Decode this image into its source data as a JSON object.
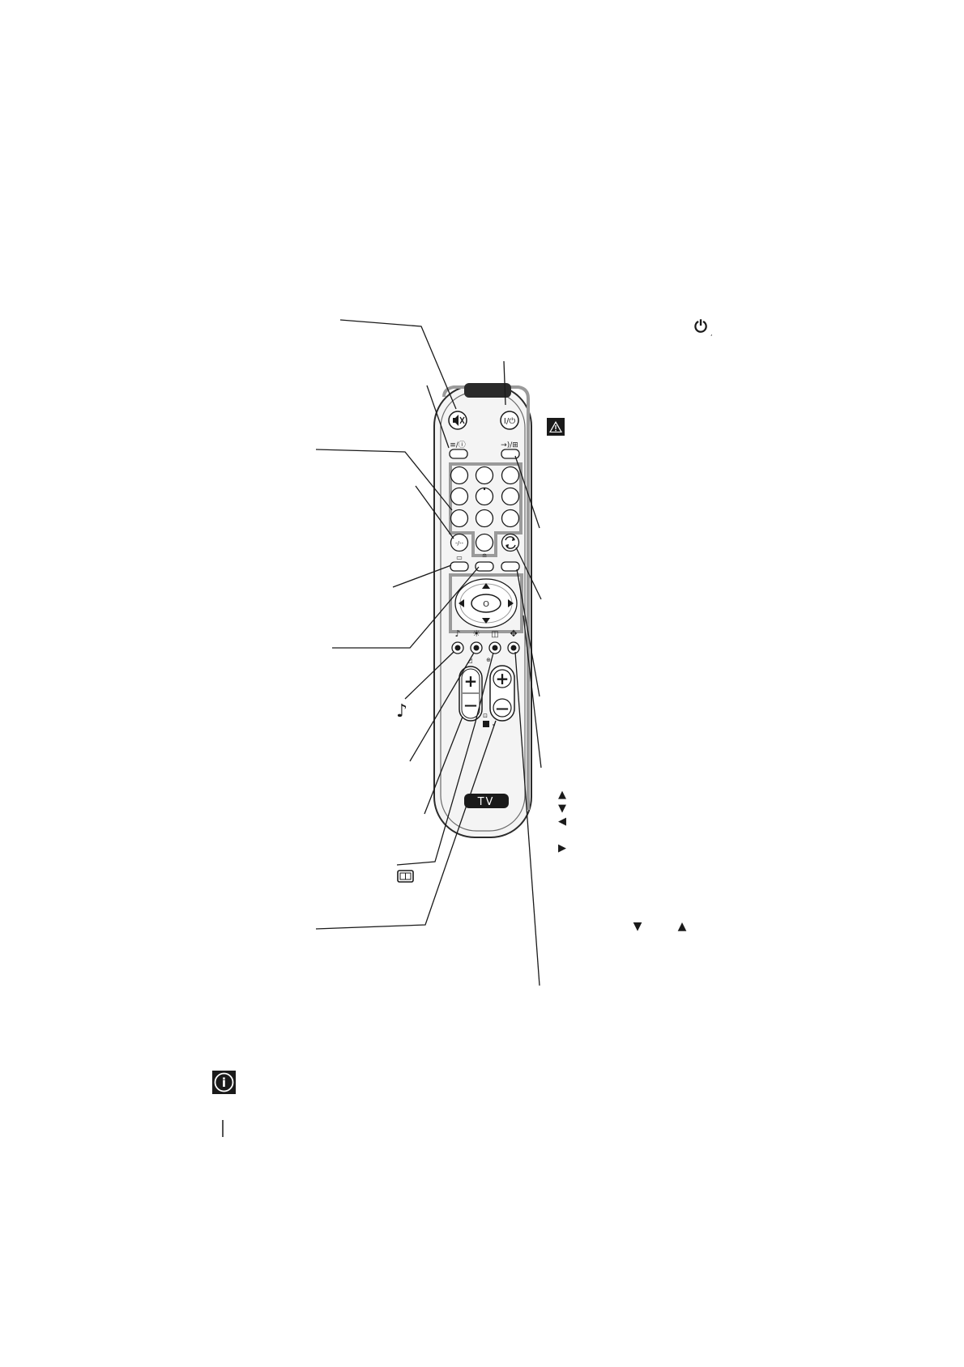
{
  "document": {
    "type": "remote-control-overview-diagram",
    "colors": {
      "ink": "#1a1a1a",
      "panel": "#f4f4f4",
      "grey": "#9a9a9a",
      "dark": "#2b2b2b"
    }
  },
  "remote": {
    "brand_panel_label": "TV",
    "buttons": {
      "mute": {
        "icon": "mute-icon"
      },
      "power": {
        "label": "I/⏻",
        "icon": "power-icon"
      },
      "info": {
        "label": "≡/ⓘ",
        "icon": "info-icon"
      },
      "input": {
        "label": "→)/⊞",
        "icon": "input-select-icon"
      },
      "digit_entry": {
        "label": "-/--"
      },
      "recall": {
        "icon": "recall-arrows-icon"
      },
      "ok": {
        "label": "O"
      },
      "sound": {
        "icon": "music-note-icon"
      },
      "picture": {
        "icon": "brightness-icon"
      },
      "screen": {
        "icon": "screen-format-icon"
      },
      "position": {
        "icon": "cross-arrows-icon"
      },
      "vol_plus": {
        "label": "+"
      },
      "vol_minus": {
        "label": "—"
      },
      "prog_plus": {
        "label": "+"
      },
      "prog_minus": {
        "label": "—"
      }
    }
  },
  "margin_symbols": {
    "power_icon": "⏻",
    "warning_icon": "⚠",
    "music_note": "♪",
    "screen_icon": "screen-format-icon",
    "info_icon": "i",
    "arrow_up": "▲",
    "arrow_down": "▼",
    "arrow_left": "◀",
    "arrow_right": "▶"
  }
}
